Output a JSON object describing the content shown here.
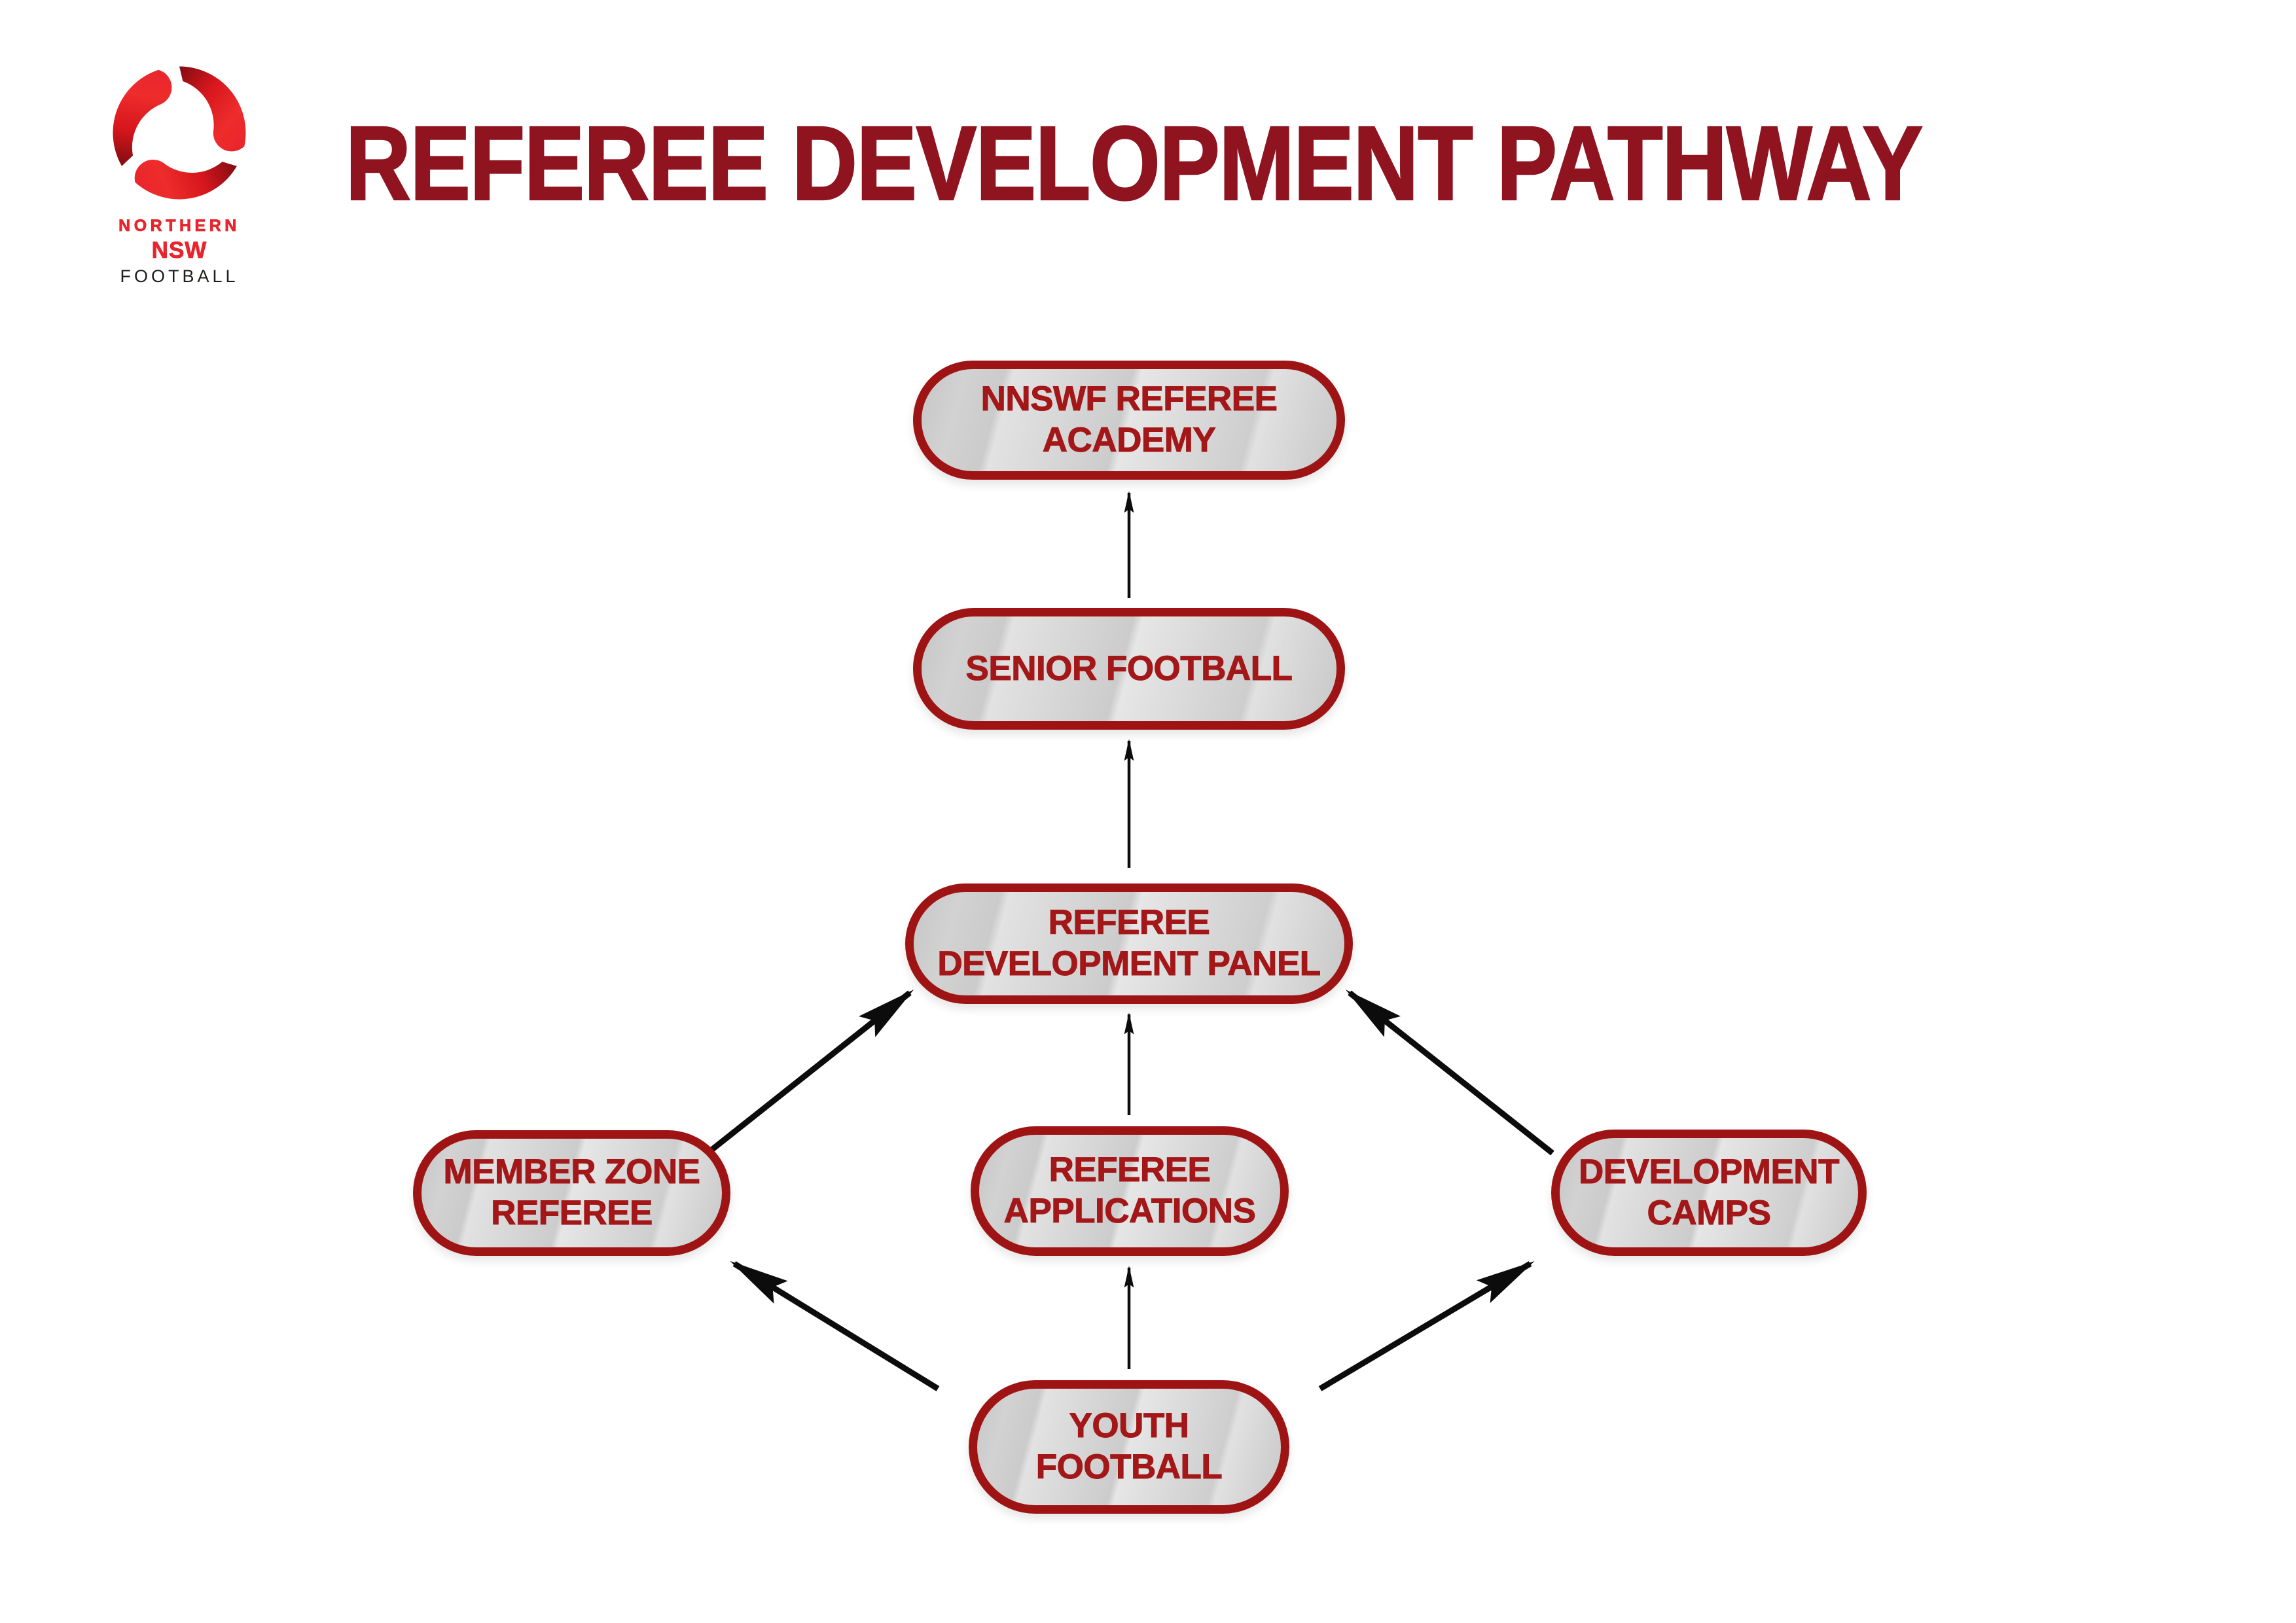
{
  "page": {
    "title": "REFEREE DEVELOPMENT PATHWAY",
    "background": "#ffffff"
  },
  "logo": {
    "line1": "NORTHERN",
    "line2": "NSW",
    "line3": "FOOTBALL"
  },
  "colors": {
    "title_red": "#8f1420",
    "node_border_red": "#9e1414",
    "node_text_red": "#a31718",
    "node_fill_light": "#e4e4e4",
    "node_fill_dark": "#c6c6c6",
    "arrow_black": "#0c0c0c",
    "logo_red": "#e8242c",
    "logo_dark_red": "#7f0c11",
    "logo_text_black": "#1d1d1b"
  },
  "diagram": {
    "nodes": [
      {
        "id": "nnswf-referee-academy",
        "label": "NNSWF REFEREE\nACADEMY"
      },
      {
        "id": "senior-football",
        "label": "SENIOR FOOTBALL"
      },
      {
        "id": "referee-development-panel",
        "label": "REFEREE\nDEVELOPMENT PANEL"
      },
      {
        "id": "member-zone-referee",
        "label": "MEMBER ZONE\nREFEREE"
      },
      {
        "id": "referee-applications",
        "label": "REFEREE\nAPPLICATIONS"
      },
      {
        "id": "development-camps",
        "label": "DEVELOPMENT\nCAMPS"
      },
      {
        "id": "youth-football",
        "label": "YOUTH\nFOOTBALL"
      }
    ],
    "edges": [
      {
        "from": "youth-football",
        "to": "member-zone-referee"
      },
      {
        "from": "youth-football",
        "to": "referee-applications"
      },
      {
        "from": "youth-football",
        "to": "development-camps"
      },
      {
        "from": "member-zone-referee",
        "to": "referee-development-panel"
      },
      {
        "from": "referee-applications",
        "to": "referee-development-panel"
      },
      {
        "from": "development-camps",
        "to": "referee-development-panel"
      },
      {
        "from": "referee-development-panel",
        "to": "senior-football"
      },
      {
        "from": "senior-football",
        "to": "nnswf-referee-academy"
      }
    ]
  }
}
